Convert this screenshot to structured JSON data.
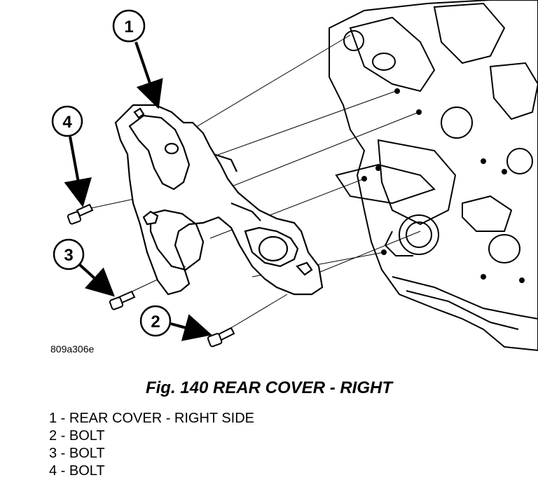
{
  "figure": {
    "code": "809a306e",
    "caption": "Fig. 140 REAR COVER - RIGHT"
  },
  "callouts": [
    "1",
    "2",
    "3",
    "4"
  ],
  "legend": [
    "1 - REAR COVER - RIGHT SIDE",
    "2 - BOLT",
    "3 - BOLT",
    "4 - BOLT"
  ]
}
